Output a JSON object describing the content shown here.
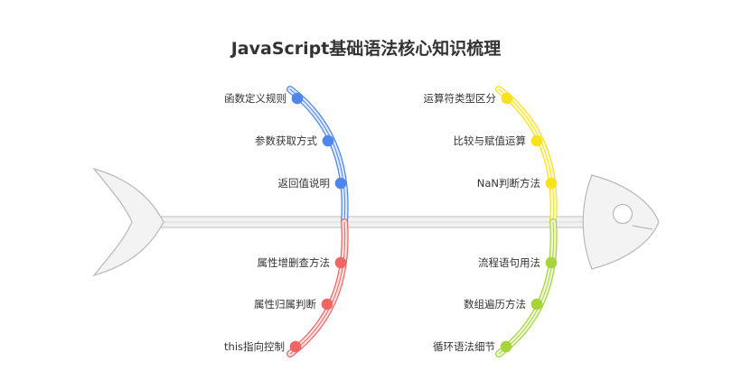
{
  "title": "JavaScript基础语法核心知识梳理",
  "colors": {
    "blue": "#4F86EE",
    "yellow": "#F8E21B",
    "red": "#F16565",
    "green": "#A6D43A",
    "spine": "#C8C8C8",
    "fish": "#F3F3F3",
    "fish_stroke": "#B9B9B9"
  },
  "branches": [
    {
      "id": "top-left",
      "color": "blue",
      "items": [
        "函数定义规则",
        "参数获取方式",
        "返回值说明"
      ]
    },
    {
      "id": "top-right",
      "color": "yellow",
      "items": [
        "运算符类型区分",
        "比较与赋值运算",
        "NaN判断方法"
      ]
    },
    {
      "id": "bottom-left",
      "color": "red",
      "items": [
        "属性增删查方法",
        "属性归属判断",
        "this指向控制"
      ]
    },
    {
      "id": "bottom-right",
      "color": "green",
      "items": [
        "流程语句用法",
        "数组遍历方法",
        "循环语法细节"
      ]
    }
  ]
}
